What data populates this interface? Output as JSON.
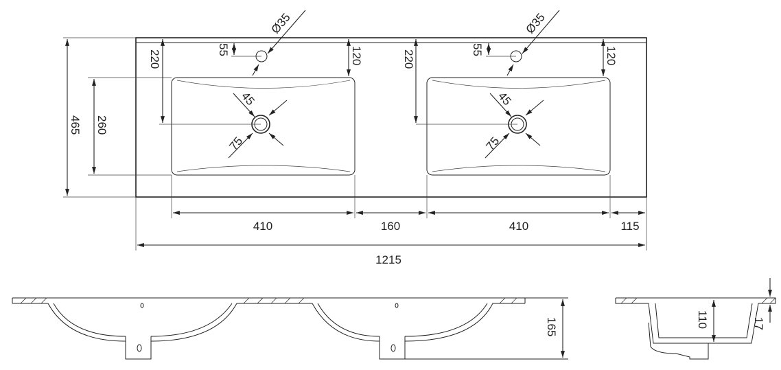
{
  "title": "Double washbasin technical drawing",
  "dimensions": {
    "total_depth": "465",
    "basin_depth": "260",
    "drain_offset": "220",
    "tap_offset": "55",
    "back_to_basin": "120",
    "tap_hole_diameter": "Ø35",
    "drain_inner": "45",
    "drain_outer": "75",
    "basin_width": "410",
    "basin_gap": "160",
    "side_margin": "115",
    "total_width": "1215",
    "overall_height": "165",
    "basin_inner_depth": "110",
    "top_thickness": "17"
  }
}
